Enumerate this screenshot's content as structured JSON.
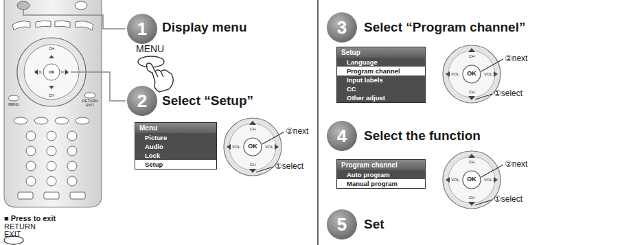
{
  "diagram": {
    "nodes": [
      {
        "text": [
          "1"
        ]
      },
      {
        "text": [
          "2"
        ]
      },
      {
        "text": [
          "Menu",
          "Picture",
          "Audio",
          "Lock",
          "Setup"
        ]
      },
      {
        "text": [
          "3"
        ]
      },
      {
        "text": [
          "Setup",
          "Language",
          "Program channel",
          "Input labels",
          "CC",
          "Other adjust"
        ]
      },
      {
        "text": [
          "4"
        ]
      },
      {
        "text": [
          "Program channel",
          "Auto program",
          "Manual program"
        ]
      },
      {
        "text": [
          "5"
        ]
      }
    ],
    "labels": [
      "Display menu",
      "MENU",
      "Select “Setup”",
      "②next",
      "①select",
      "■ Press to exit",
      "RETURN",
      "EXIT",
      "Select “Program channel”",
      "②next",
      "①select",
      "Select the function",
      "②next",
      "①select",
      "Set",
      "CH",
      "VOL",
      "OK",
      "VOL",
      "CH",
      "CH",
      "VOL",
      "OK",
      "VOL",
      "CH",
      "CH",
      "VOL",
      "OK",
      "VOL",
      "CH",
      "CH",
      "VOL",
      "OK",
      "VOL",
      "CH",
      "MENU",
      "RETURN",
      "EXIT"
    ]
  }
}
